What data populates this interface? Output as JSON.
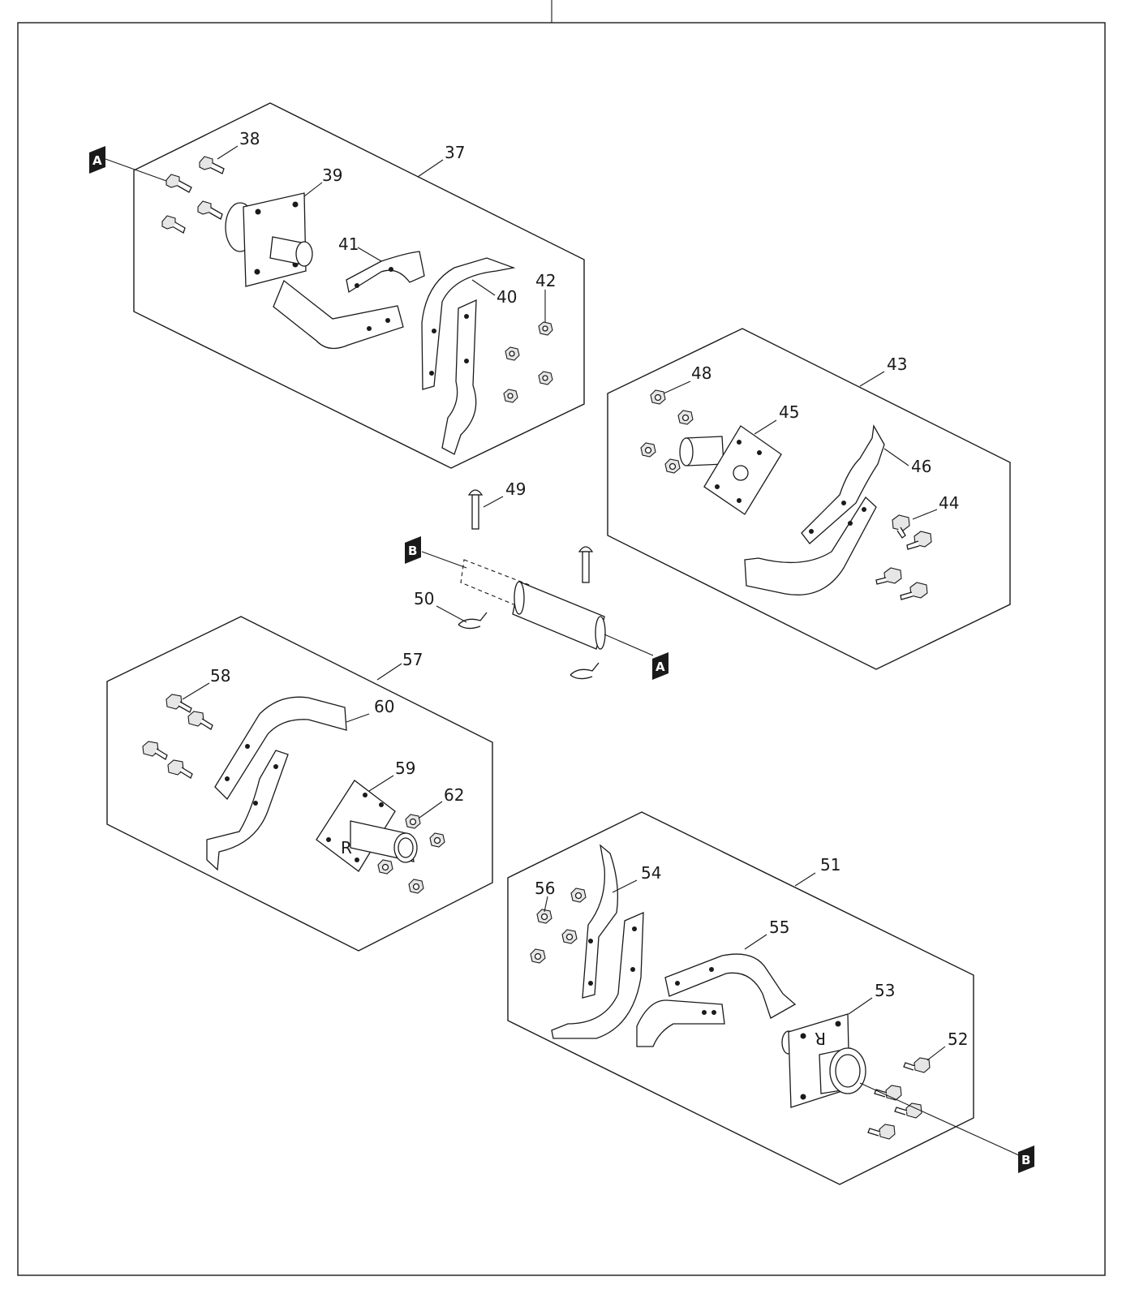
{
  "callouts": {
    "c37": "37",
    "c38": "38",
    "c39": "39",
    "c40": "40",
    "c41": "41",
    "c42": "42",
    "c43": "43",
    "c44": "44",
    "c45": "45",
    "c46": "46",
    "c48": "48",
    "c49": "49",
    "c50": "50",
    "c51": "51",
    "c52": "52",
    "c53": "53",
    "c54": "54",
    "c55": "55",
    "c56": "56",
    "c57": "57",
    "c58": "58",
    "c59": "59",
    "c60": "60",
    "c62": "62"
  },
  "markers": {
    "a_top": "A",
    "a_mid": "A",
    "b_mid": "B",
    "b_bottom": "B"
  },
  "stamps": {
    "r_left": "R",
    "r_right": "R"
  }
}
